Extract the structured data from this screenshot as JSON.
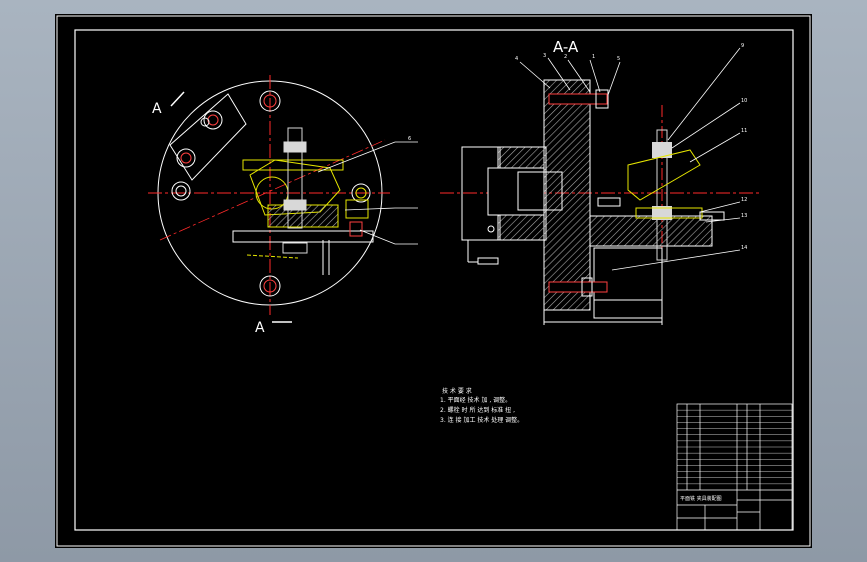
{
  "section_label": "A-A",
  "view_label_top": "A",
  "view_label_bottom": "A",
  "tech_title": "技 术 要 求",
  "tech_notes": [
    "1. 平面经 技术 加 , 调整。",
    "2. 螺栓 时 所 达到 标准 扭 ,",
    "3. 连 接 加工 技术 处理 调整。"
  ],
  "leader_numbers": [
    "4",
    "3",
    "2",
    "1",
    "5",
    "6",
    "9",
    "10",
    "11",
    "12",
    "13",
    "14"
  ],
  "titleblock_label": "平面铣 夹具装配图",
  "colors": {
    "sheet": "#000000",
    "border": "#ffffff",
    "centerline": "#ff2a2a",
    "part": "#e6e600",
    "hatch": "#b0b0b0",
    "bolt": "#d8d8d8",
    "accent": "#ff4040"
  }
}
